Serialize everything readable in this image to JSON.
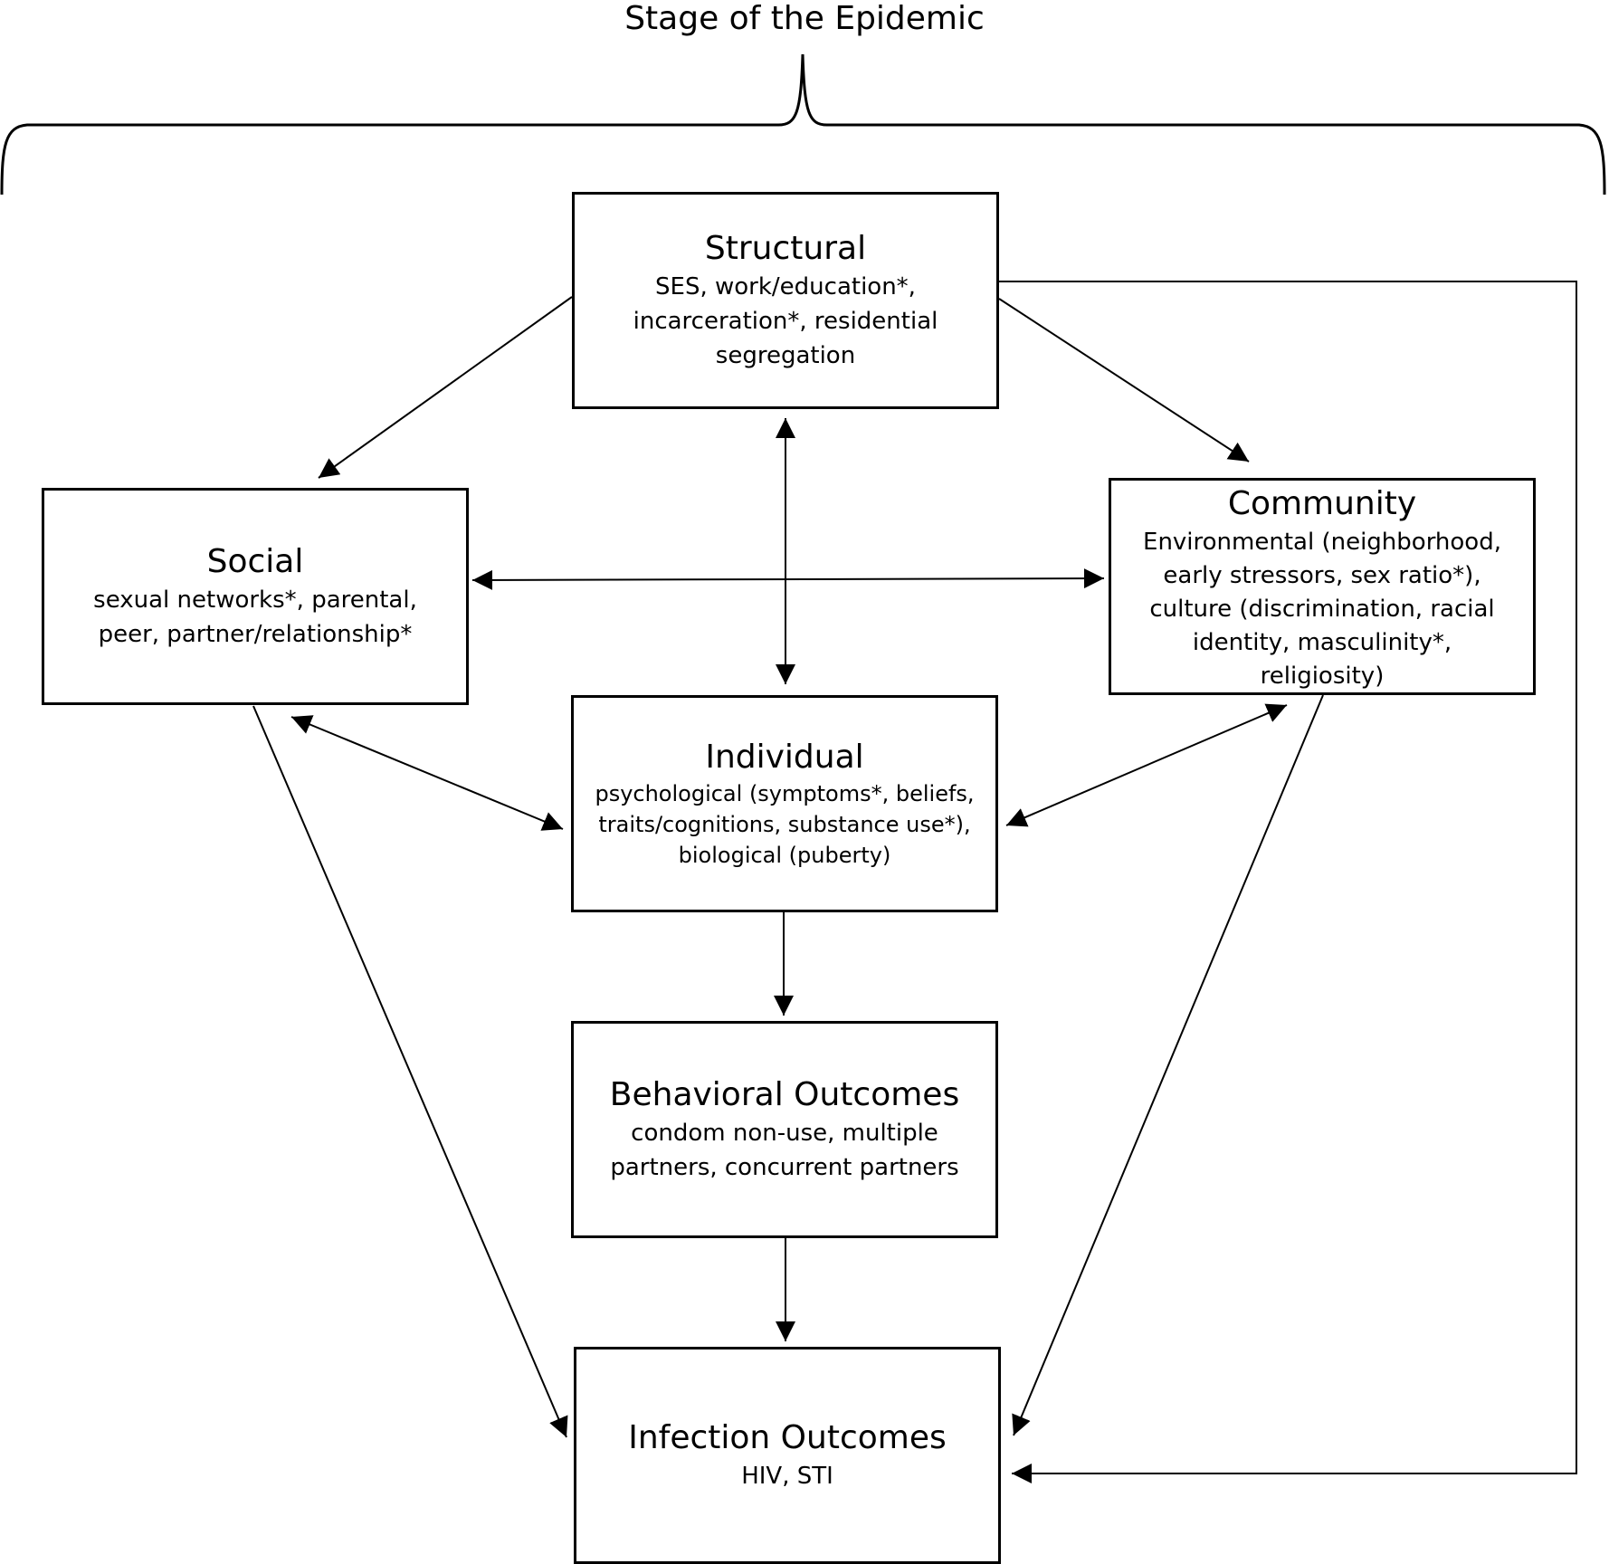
{
  "title": "Stage of the Epidemic",
  "boxes": {
    "structural": {
      "title": "Structural",
      "body": "SES, work/education*,\nincarceration*, residential\nsegregation"
    },
    "social": {
      "title": "Social",
      "body": "sexual networks*, parental,\npeer, partner/relationship*"
    },
    "community": {
      "title": "Community",
      "body": "Environmental (neighborhood,\nearly stressors, sex ratio*),\nculture (discrimination, racial\nidentity, masculinity*,\nreligiosity)"
    },
    "individual": {
      "title": "Individual",
      "body": "psychological (symptoms*, beliefs,\ntraits/cognitions, substance use*),\nbiological (puberty)"
    },
    "behavioral": {
      "title": "Behavioral Outcomes",
      "body": "condom non-use, multiple\npartners, concurrent partners"
    },
    "infection": {
      "title": "Infection Outcomes",
      "body": "HIV, STI"
    }
  }
}
